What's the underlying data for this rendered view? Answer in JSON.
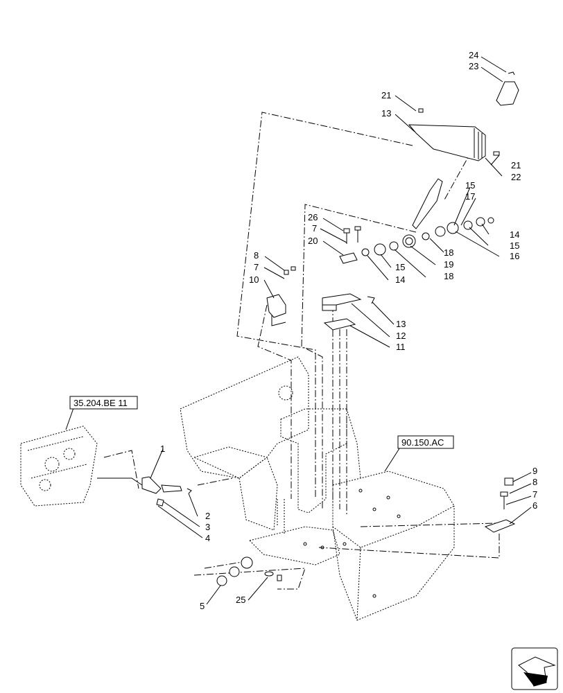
{
  "references": [
    {
      "id": "ref-35",
      "text": "35.204.BE 11"
    },
    {
      "id": "ref-90",
      "text": "90.150.AC"
    }
  ],
  "callouts": [
    "1",
    "2",
    "3",
    "4",
    "5",
    "6",
    "7",
    "8",
    "9",
    "10",
    "11",
    "12",
    "13",
    "14",
    "15",
    "16",
    "17",
    "18",
    "19",
    "20",
    "21",
    "22",
    "23",
    "24",
    "25",
    "26"
  ],
  "labels": {
    "c24": "24",
    "c23": "23",
    "c21a": "21",
    "c13a": "13",
    "c21b": "21",
    "c22": "22",
    "c15a": "15",
    "c17": "17",
    "c26": "26",
    "c7a": "7",
    "c14a": "14",
    "c20": "20",
    "c15b": "15",
    "c18a": "18",
    "c19": "19",
    "c16": "16",
    "c15c": "15",
    "c14b": "14",
    "c18b": "18",
    "c8a": "8",
    "c7b": "7",
    "c10": "10",
    "c13b": "13",
    "c12": "12",
    "c11": "11",
    "c1": "1",
    "c2": "2",
    "c3": "3",
    "c4": "4",
    "c5": "5",
    "c25": "25",
    "c9": "9",
    "c8b": "8",
    "c7c": "7",
    "c6": "6"
  },
  "icons": {
    "nav": "next-page-arrow-icon"
  }
}
